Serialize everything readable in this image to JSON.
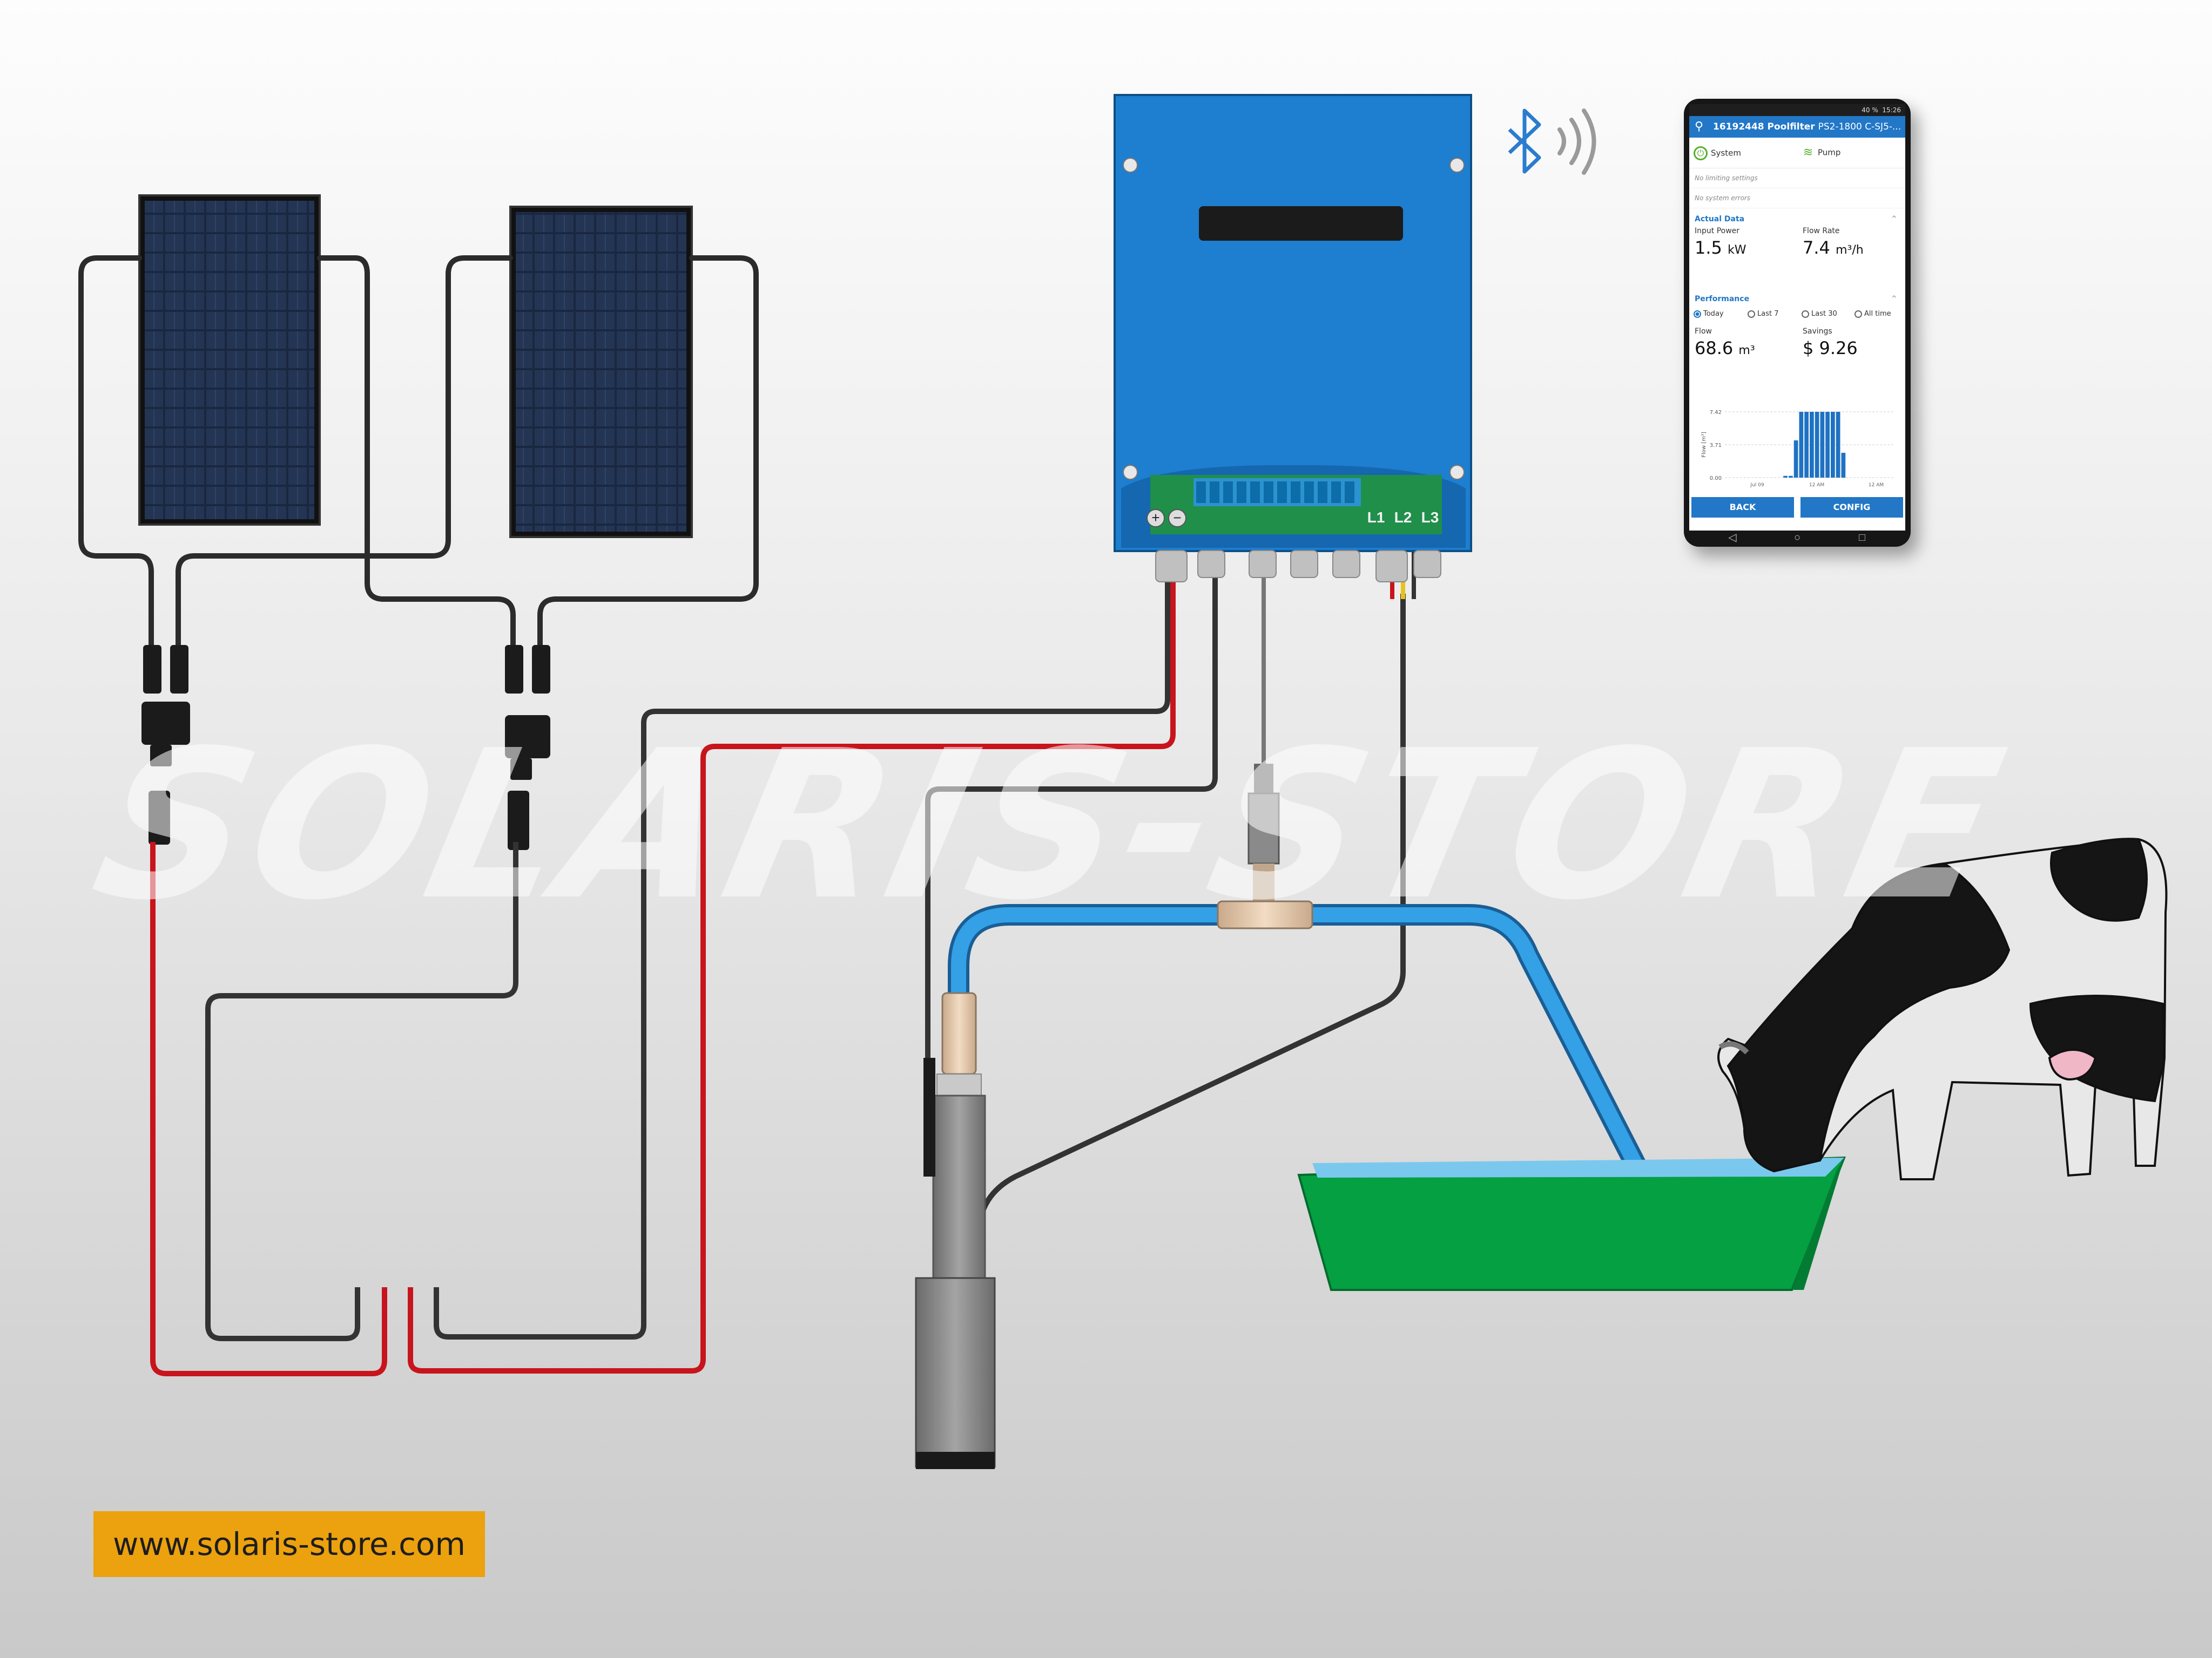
{
  "watermark": "SOLARIS-STORE",
  "website": "www.solaris-store.com",
  "controller": {
    "terminal_labels": [
      "L1",
      "L2",
      "L3"
    ],
    "dc_labels": [
      "+",
      "−"
    ]
  },
  "icons": {
    "bluetooth": "bluetooth-icon",
    "signal": "wireless-signal-icon"
  },
  "app": {
    "status_time": "15:26",
    "status_battery": "40 %",
    "device_id": "16192448 Poolfilter",
    "device_model": "PS2-1800 C-SJ5-...",
    "tabs": {
      "system": "System",
      "pump": "Pump"
    },
    "notes": [
      "No limiting settings",
      "No system errors"
    ],
    "actual_data": {
      "title": "Actual Data",
      "input_power_label": "Input Power",
      "input_power_value": "1.5",
      "input_power_unit": "kW",
      "flow_rate_label": "Flow Rate",
      "flow_rate_value": "7.4",
      "flow_rate_unit": "m³/h"
    },
    "performance": {
      "title": "Performance",
      "options": [
        "Today",
        "Last 7",
        "Last 30",
        "All time"
      ],
      "selected": "Today",
      "flow_label": "Flow",
      "flow_value": "68.6",
      "flow_unit": "m³",
      "savings_label": "Savings",
      "savings_value": "$ 9.26"
    },
    "buttons": {
      "back": "BACK",
      "config": "CONFIG"
    }
  },
  "chart_data": {
    "type": "bar",
    "ylabel": "Flow [m³]",
    "ylim": [
      0,
      7.42
    ],
    "yticks": [
      "0.00",
      "3.71",
      "7.42"
    ],
    "values": [
      0,
      0,
      0,
      0,
      0,
      0,
      0,
      0,
      0,
      0,
      0,
      0.2,
      0.2,
      4.2,
      7.42,
      7.42,
      7.42,
      7.42,
      7.42,
      7.42,
      7.42,
      7.42,
      2.8,
      0,
      0,
      0,
      0,
      0,
      0,
      0,
      0,
      0
    ],
    "xticks": [
      "Jul 09",
      "12 AM",
      "12 AM"
    ]
  },
  "colors": {
    "controller": "#1e7ed0",
    "panel_cell": "#1a2740",
    "pipe": "#2f8ed4",
    "trough": "#04a042",
    "cable_red": "#c8141c",
    "cable_black": "#333333",
    "badge": "#eca10e"
  }
}
